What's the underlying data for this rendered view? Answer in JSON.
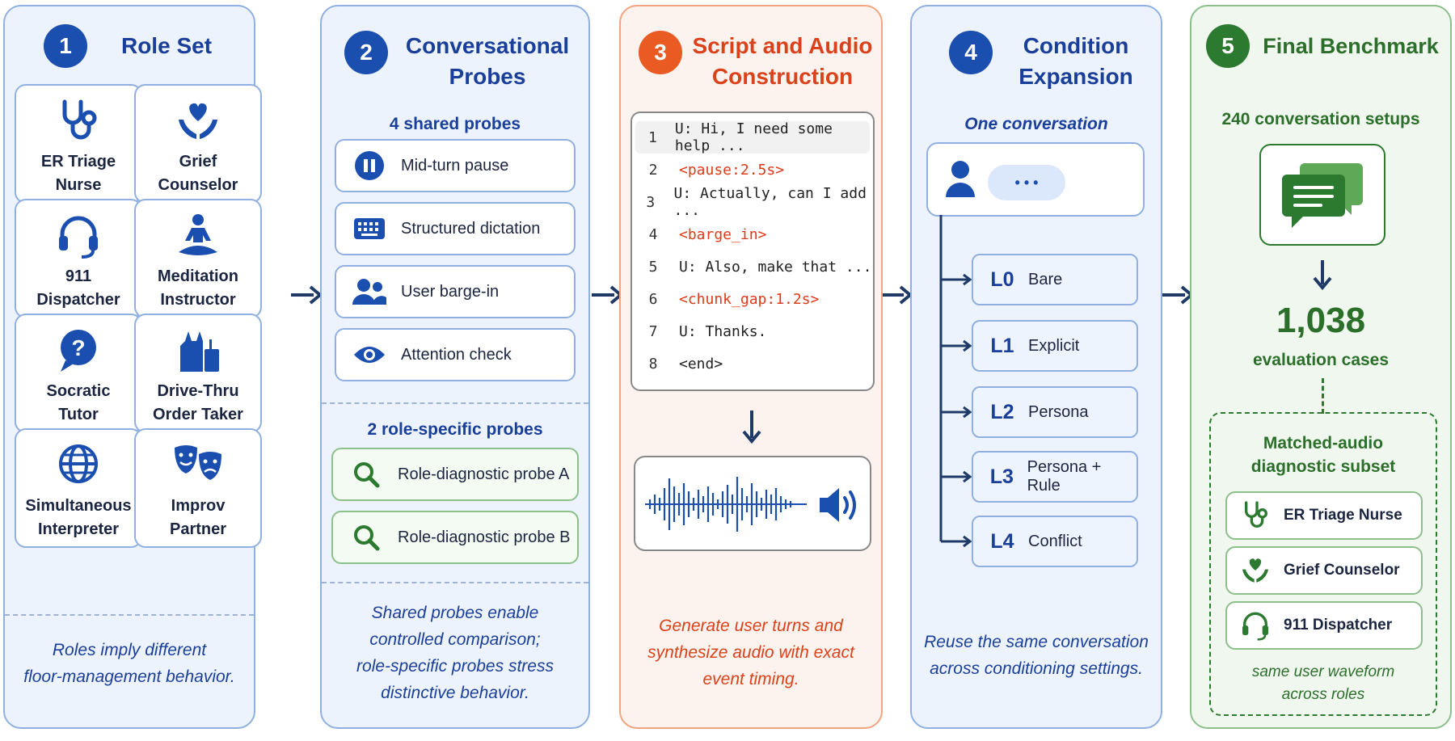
{
  "panels": {
    "role_set": {
      "number": "1",
      "title": "Role Set",
      "roles": [
        {
          "line1": "ER Triage",
          "line2": "Nurse",
          "icon": "stethoscope-icon"
        },
        {
          "line1": "Grief",
          "line2": "Counselor",
          "icon": "heart-hands-icon"
        },
        {
          "line1": "911",
          "line2": "Dispatcher",
          "icon": "headset-icon"
        },
        {
          "line1": "Meditation",
          "line2": "Instructor",
          "icon": "meditation-icon"
        },
        {
          "line1": "Socratic",
          "line2": "Tutor",
          "icon": "question-bubble-icon"
        },
        {
          "line1": "Drive-Thru",
          "line2": "Order Taker",
          "icon": "drive-thru-icon"
        },
        {
          "line1": "Simultaneous",
          "line2": "Interpreter",
          "icon": "globe-icon"
        },
        {
          "line1": "Improv",
          "line2": "Partner",
          "icon": "theater-masks-icon"
        }
      ],
      "note": [
        "Roles imply different",
        "floor-management behavior."
      ]
    },
    "probes": {
      "number": "2",
      "title": [
        "Conversational",
        "Probes"
      ],
      "shared_heading": "4 shared probes",
      "shared": [
        {
          "label": "Mid-turn pause",
          "icon": "pause-icon"
        },
        {
          "label": "Structured dictation",
          "icon": "keyboard-icon"
        },
        {
          "label": "User barge-in",
          "icon": "users-icon"
        },
        {
          "label": "Attention check",
          "icon": "eye-icon"
        }
      ],
      "specific_heading": "2 role-specific probes",
      "specific": [
        {
          "label": "Role-diagnostic probe A",
          "icon": "search-icon"
        },
        {
          "label": "Role-diagnostic probe B",
          "icon": "search-icon"
        }
      ],
      "note": [
        "Shared probes enable",
        "controlled comparison;",
        "role-specific probes stress",
        "distinctive behavior."
      ]
    },
    "script": {
      "number": "3",
      "title": [
        "Script and Audio",
        "Construction"
      ],
      "lines": [
        {
          "n": "1",
          "text": "U: Hi, I need some help ...",
          "tag": false
        },
        {
          "n": "2",
          "text": "<pause:2.5s>",
          "tag": true
        },
        {
          "n": "3",
          "text": "U: Actually, can I add ...",
          "tag": false
        },
        {
          "n": "4",
          "text": "<barge_in>",
          "tag": true
        },
        {
          "n": "5",
          "text": "U: Also, make that ...",
          "tag": false
        },
        {
          "n": "6",
          "text": "<chunk_gap:1.2s>",
          "tag": true
        },
        {
          "n": "7",
          "text": "U: Thanks.",
          "tag": false
        },
        {
          "n": "8",
          "text": "<end>",
          "tag": false
        }
      ],
      "note": [
        "Generate user turns and",
        "synthesize audio with exact",
        "event timing."
      ]
    },
    "conditions": {
      "number": "4",
      "title": [
        "Condition",
        "Expansion"
      ],
      "subheading": "One conversation",
      "bubble_text": "• • •",
      "levels": [
        {
          "code": "L0",
          "name": "Bare"
        },
        {
          "code": "L1",
          "name": "Explicit"
        },
        {
          "code": "L2",
          "name": "Persona"
        },
        {
          "code": "L3",
          "name": "Persona + Rule"
        },
        {
          "code": "L4",
          "name": "Conflict"
        }
      ],
      "note": [
        "Reuse the same conversation",
        "across conditioning settings."
      ]
    },
    "final": {
      "number": "5",
      "title": "Final Benchmark",
      "setups": "240 conversation setups",
      "cases_count": "1,038",
      "cases_label": "evaluation cases",
      "subset_title": [
        "Matched-audio",
        "diagnostic subset"
      ],
      "matched": [
        {
          "label": "ER Triage Nurse",
          "icon": "stethoscope-icon"
        },
        {
          "label": "Grief Counselor",
          "icon": "heart-hands-icon"
        },
        {
          "label": "911 Dispatcher",
          "icon": "headset-icon"
        }
      ],
      "subset_note": [
        "same user waveform",
        "across roles"
      ]
    }
  },
  "colors": {
    "blue": "#1a4fb0",
    "orange": "#ea5b24",
    "green": "#2c7a2f",
    "tag_red": "#e03a1a"
  }
}
